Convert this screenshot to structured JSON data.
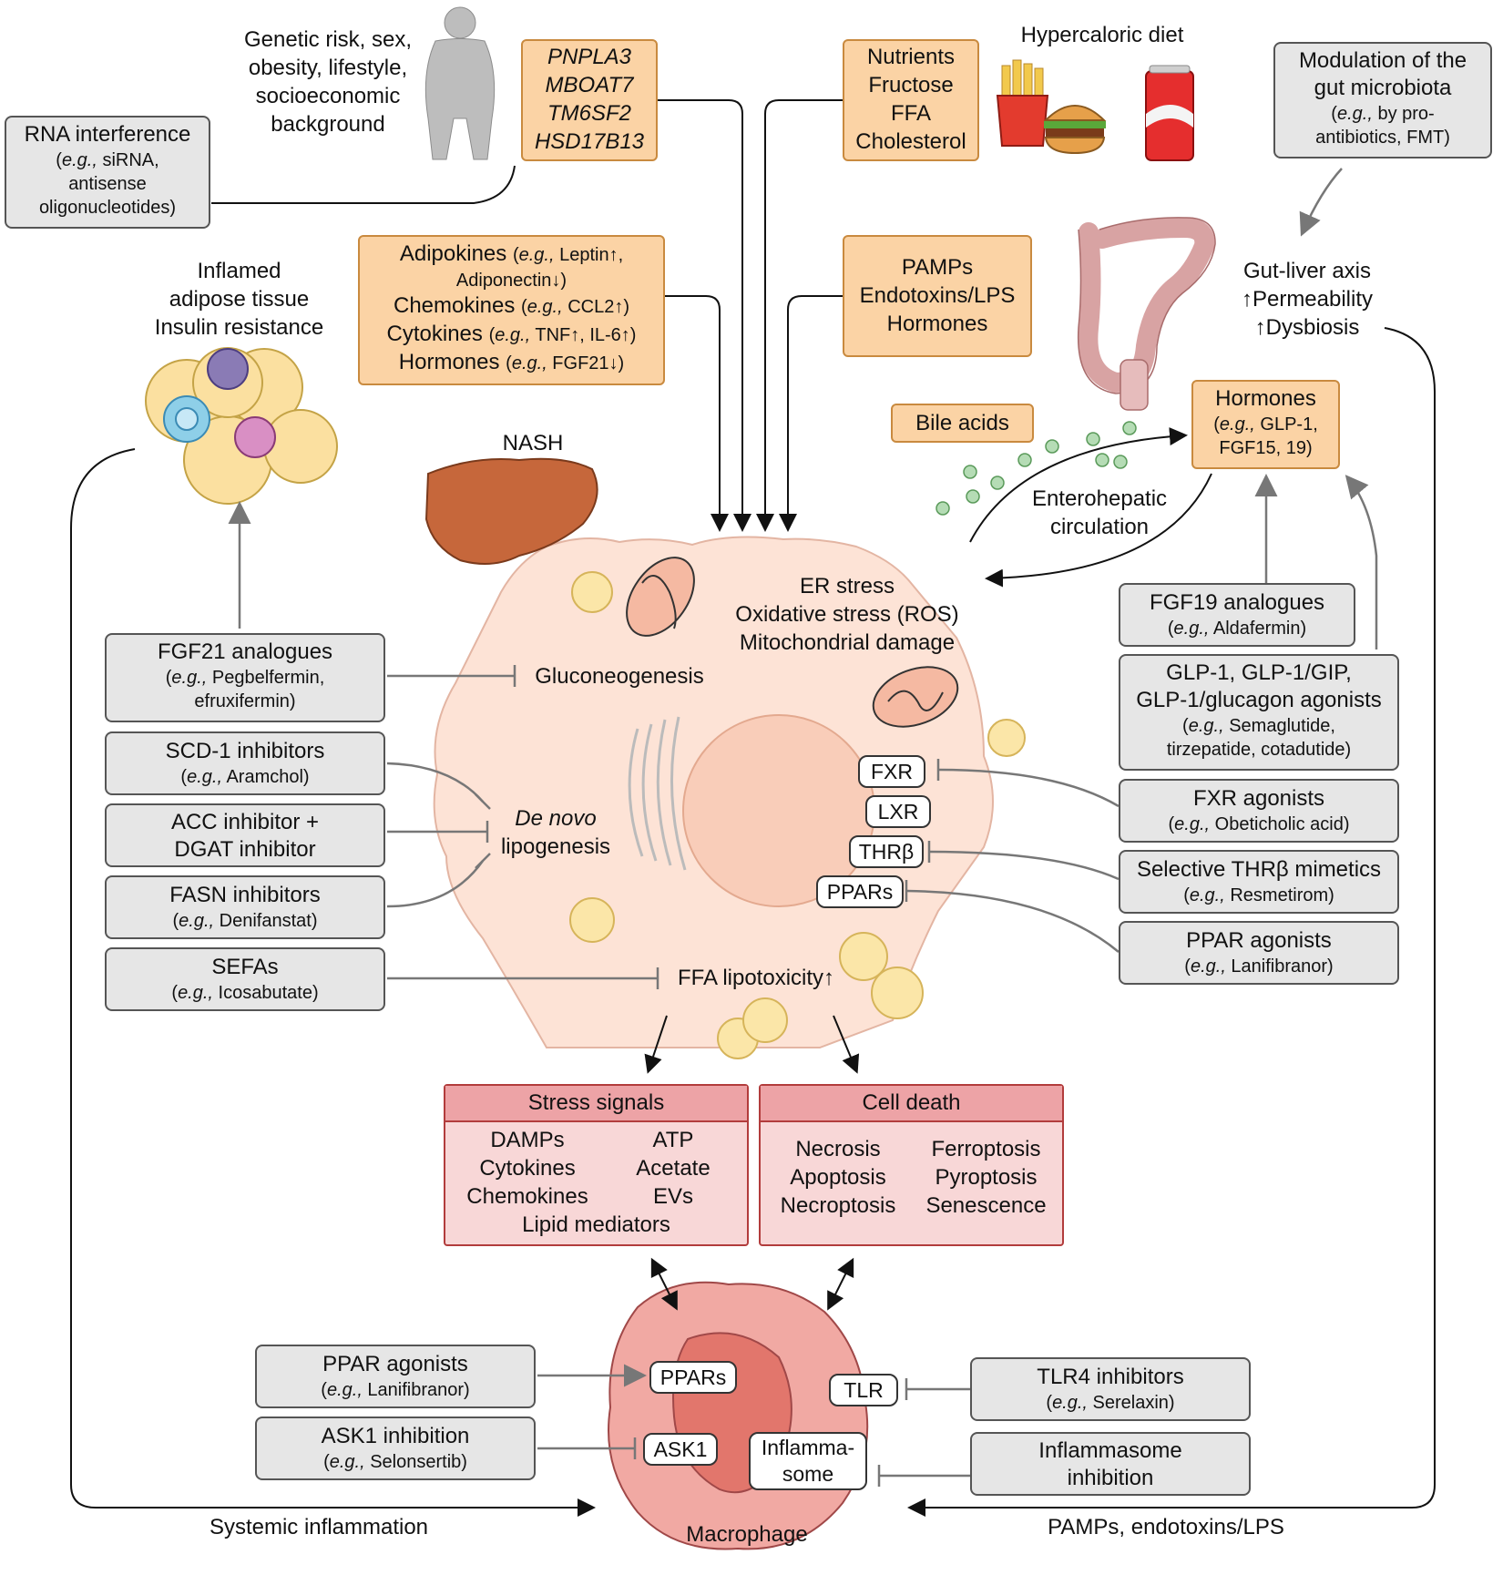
{
  "top": {
    "genetic_risk": [
      "Genetic risk, sex,",
      "obesity, lifestyle,",
      "socioeconomic",
      "background"
    ],
    "genes": [
      "PNPLA3",
      "MBOAT7",
      "TM6SF2",
      "HSD17B13"
    ],
    "nutrients": [
      "Nutrients",
      "Fructose",
      "FFA",
      "Cholesterol"
    ],
    "hypercaloric_label": "Hypercaloric diet",
    "gut_microbiota": {
      "title": [
        "Modulation of the",
        "gut microbiota"
      ],
      "eg": "e.g.,",
      "detail": [
        " by pro-",
        "antibiotics, FMT)"
      ]
    }
  },
  "rna": {
    "title": "RNA interference",
    "eg": "e.g.,",
    "lines": [
      " siRNA,",
      "antisense",
      "oligonucleotides)"
    ]
  },
  "adipose": {
    "label": [
      "Inflamed",
      "adipose tissue",
      "Insulin resistance"
    ]
  },
  "adipokines": {
    "l1a": "Adipokines ",
    "l1eg": "e.g.,",
    "l1b": " Leptin↑,",
    "l2": "Adiponectin↓)",
    "l3a": "Chemokines ",
    "l3eg": "e.g.,",
    "l3b": " CCL2↑)",
    "l4a": "Cytokines ",
    "l4eg": "e.g.,",
    "l4b": " TNF↑, IL-6↑)",
    "l5a": "Hormones ",
    "l5eg": "e.g.,",
    "l5b": " FGF21↓)"
  },
  "pamps": [
    "PAMPs",
    "Endotoxins/LPS",
    "Hormones"
  ],
  "gut_liver": [
    "Gut-liver axis",
    "↑Permeability",
    "↑Dysbiosis"
  ],
  "hormones_box": {
    "title": "Hormones",
    "eg": "e.g.,",
    "lines": [
      " GLP-1,",
      "FGF15, 19)"
    ]
  },
  "bile_acids": "Bile acids",
  "enterohepatic": [
    "Enterohepatic",
    "circulation"
  ],
  "nash": "NASH",
  "hepatocyte": {
    "stress": [
      "ER stress",
      "Oxidative stress (ROS)",
      "Mitochondrial damage"
    ],
    "gluconeogenesis": "Gluconeogenesis",
    "dnl": [
      "De novo",
      "lipogenesis"
    ],
    "ffa": "FFA lipotoxicity↑",
    "receptors": [
      "FXR",
      "LXR",
      "THRβ",
      "PPARs"
    ]
  },
  "left_drugs": [
    {
      "name": "FGF21 analogues",
      "eg": "e.g.,",
      "detail": " Pegbelfermin,",
      "detail2": "efruxifermin)"
    },
    {
      "name": "SCD-1 inhibitors",
      "eg": "e.g.,",
      "detail": " Aramchol)"
    },
    {
      "name": "ACC inhibitor +",
      "name2": "DGAT inhibitor"
    },
    {
      "name": "FASN inhibitors",
      "eg": "e.g.,",
      "detail": " Denifanstat)"
    },
    {
      "name": "SEFAs",
      "eg": "e.g.,",
      "detail": " Icosabutate)"
    }
  ],
  "right_drugs": [
    {
      "name": "FGF19 analogues",
      "eg": "e.g.,",
      "detail": " Aldafermin)"
    },
    {
      "name": "GLP-1, GLP-1/GIP,",
      "name2": "GLP-1/glucagon agonists",
      "eg": "e.g.,",
      "detail": " Semaglutide,",
      "detail2": "tirzepatide, cotadutide)"
    },
    {
      "name": "FXR agonists",
      "eg": "e.g.,",
      "detail": " Obeticholic acid)"
    },
    {
      "name": "Selective THRβ mimetics",
      "eg": "e.g.,",
      "detail": " Resmetirom)"
    },
    {
      "name": "PPAR agonists",
      "eg": "e.g.,",
      "detail": " Lanifibranor)"
    }
  ],
  "stress_signals": {
    "title": "Stress signals",
    "left": [
      "DAMPs",
      "Cytokines",
      "Chemokines"
    ],
    "right": [
      "ATP",
      "Acetate",
      "EVs"
    ],
    "bottom": "Lipid mediators"
  },
  "cell_death": {
    "title": "Cell death",
    "left": [
      "Necrosis",
      "Apoptosis",
      "Necroptosis"
    ],
    "right": [
      "Ferroptosis",
      "Pyroptosis",
      "Senescence"
    ]
  },
  "macrophage": {
    "label": "Macrophage",
    "ppars": "PPARs",
    "ask1": "ASK1",
    "tlr": "TLR",
    "inflammasome": [
      "Inflamma-",
      "some"
    ]
  },
  "bottom_drugs": {
    "ppar": {
      "name": "PPAR agonists",
      "eg": "e.g.,",
      "detail": " Lanifibranor)"
    },
    "ask1": {
      "name": "ASK1 inhibition",
      "eg": "e.g.,",
      "detail": " Selonsertib)"
    },
    "tlr4": {
      "name": "TLR4 inhibitors",
      "eg": "e.g.,",
      "detail": " Serelaxin)"
    },
    "inflammasome": {
      "name": "Inflammasome",
      "name2": "inhibition"
    }
  },
  "systemic_inflammation": "Systemic inflammation",
  "pamps_bottom": "PAMPs, endotoxins/LPS",
  "colors": {
    "grey_box": "#e6e6e6",
    "orange_box": "#fbd3a5",
    "cell": "#fde3d6",
    "pink_box": "#f8d7d7",
    "pink_head": "#eda3a6",
    "macrophage": "#f1a9a3",
    "lipid": "#fbe6a8"
  }
}
